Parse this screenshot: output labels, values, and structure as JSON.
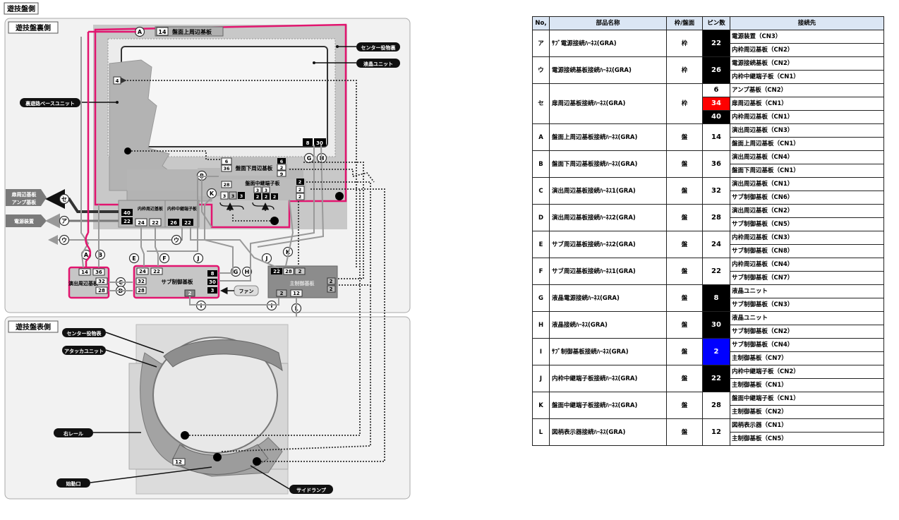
{
  "page_title": "遊技盤側",
  "rear_panel": {
    "title": "遊技盤裏側",
    "center_decor": "センター役物裏",
    "lcd_unit": "液晶ユニット",
    "base_unit": "裏遊路ベースユニット",
    "top_board": "盤面上周辺基板",
    "top_board_pin": "14",
    "lower_board": "盤面下周辺基板",
    "relay_board": "盤面中継端子板",
    "inner_frame_board": "内枠周辺基板",
    "inner_relay": "内枠中継端子板",
    "door_board": "扉周辺基板",
    "amp_board": "アンプ基板",
    "power_unit": "電源装置",
    "effect_board": "演出周辺基板",
    "sub_board": "サブ制御基板",
    "main_board": "主制御基板",
    "fan": "ファン",
    "pins": {
      "p4": "4",
      "p8": "8",
      "p30": "30",
      "p6": "6",
      "p36": "36",
      "p2": "2",
      "p9": "9",
      "p28": "28",
      "p3": "3",
      "p40": "40",
      "p22": "22",
      "p24": "24",
      "p26": "26",
      "p14": "14",
      "p32": "32",
      "p12": "12"
    }
  },
  "front_panel": {
    "title": "遊技盤表側",
    "center_decor": "センター役物表",
    "attacker": "アタッカユニット",
    "right_rail": "右レール",
    "start_port": "始動口",
    "side_lamp": "サイドランプ",
    "pin12": "12"
  },
  "letters": {
    "A": "A",
    "B": "B",
    "C": "C",
    "D": "D",
    "E": "E",
    "F": "F",
    "G": "G",
    "H": "H",
    "I": "I",
    "J": "J",
    "K": "K",
    "L": "L",
    "a": "ア",
    "u": "ウ",
    "se": "セ"
  },
  "table": {
    "headers": [
      "No,",
      "部品名称",
      "枠/盤面",
      "ピン数",
      "接続先"
    ],
    "rows": [
      {
        "no": "ア",
        "name": "ｻﾌﾞ電源接続ﾊｰﾈｽ(GRA)",
        "frame": "枠",
        "pins": [
          {
            "v": "22",
            "style": "dark"
          }
        ],
        "dest": [
          "電源装置（CN3）",
          "内枠周辺基板（CN2）"
        ]
      },
      {
        "no": "ウ",
        "name": "電源接続基板接続ﾊｰﾈｽ(GRA)",
        "frame": "枠",
        "pins": [
          {
            "v": "26",
            "style": "dark"
          }
        ],
        "dest": [
          "電源接続基板（CN2）",
          "内枠中継端子板（CN1）"
        ]
      },
      {
        "no": "セ",
        "name": "扉周辺基板接続ﾊｰﾈｽ(GRA)",
        "frame": "枠",
        "pins": [
          {
            "v": "6",
            "style": ""
          },
          {
            "v": "34",
            "style": "red"
          },
          {
            "v": "40",
            "style": "dark"
          }
        ],
        "dest": [
          "アンプ基板（CN2）",
          "扉周辺基板（CN1）",
          "内枠周辺基板（CN1）"
        ]
      },
      {
        "no": "A",
        "name": "盤面上周辺基板接続ﾊｰﾈｽ(GRA)",
        "frame": "盤",
        "pins": [
          {
            "v": "14",
            "style": ""
          }
        ],
        "dest": [
          "演出周辺基板（CN3）",
          "盤面上周辺基板（CN1）"
        ]
      },
      {
        "no": "B",
        "name": "盤面下周辺基板接続ﾊｰﾈｽ(GRA)",
        "frame": "盤",
        "pins": [
          {
            "v": "36",
            "style": ""
          }
        ],
        "dest": [
          "演出周辺基板（CN4）",
          "盤面下周辺基板（CN1）"
        ]
      },
      {
        "no": "C",
        "name": "演出周辺基板接続ﾊｰﾈｽ1(GRA)",
        "frame": "盤",
        "pins": [
          {
            "v": "32",
            "style": ""
          }
        ],
        "dest": [
          "演出周辺基板（CN1）",
          "サブ制御基板（CN6）"
        ]
      },
      {
        "no": "D",
        "name": "演出周辺基板接続ﾊｰﾈｽ2(GRA)",
        "frame": "盤",
        "pins": [
          {
            "v": "28",
            "style": ""
          }
        ],
        "dest": [
          "演出周辺基板（CN2）",
          "サブ制御基板（CN5）"
        ]
      },
      {
        "no": "E",
        "name": "サブ周辺基板接続ﾊｰﾈｽ2(GRA)",
        "frame": "盤",
        "pins": [
          {
            "v": "24",
            "style": ""
          }
        ],
        "dest": [
          "内枠周辺基板（CN3）",
          "サブ制御基板（CN8）"
        ]
      },
      {
        "no": "F",
        "name": "サブ周辺基板接続ﾊｰﾈｽ1(GRA)",
        "frame": "盤",
        "pins": [
          {
            "v": "22",
            "style": ""
          }
        ],
        "dest": [
          "内枠周辺基板（CN4）",
          "サブ制御基板（CN7）"
        ]
      },
      {
        "no": "G",
        "name": "液晶電源接続ﾊｰﾈｽ(GRA)",
        "frame": "盤",
        "pins": [
          {
            "v": "8",
            "style": "dark"
          }
        ],
        "dest": [
          "液晶ユニット",
          "サブ制御基板（CN3）"
        ]
      },
      {
        "no": "H",
        "name": "液晶接続ﾊｰﾈｽ(GRA)",
        "frame": "盤",
        "pins": [
          {
            "v": "30",
            "style": "dark"
          }
        ],
        "dest": [
          "液晶ユニット",
          "サブ制御基板（CN2）"
        ]
      },
      {
        "no": "I",
        "name": "ｻﾌﾞ制御基板接続ﾊｰﾈｽ(GRA)",
        "frame": "盤",
        "pins": [
          {
            "v": "2",
            "style": "blue"
          }
        ],
        "dest": [
          "サブ制御基板（CN4）",
          "主制御基板（CN7）"
        ]
      },
      {
        "no": "J",
        "name": "内枠中継端子板接続ﾊｰﾈｽ(GRA)",
        "frame": "盤",
        "pins": [
          {
            "v": "22",
            "style": "dark"
          }
        ],
        "dest": [
          "内枠中継端子板（CN2）",
          "主制御基板（CN1）"
        ]
      },
      {
        "no": "K",
        "name": "盤面中継端子板接続ﾊｰﾈｽ(GRA)",
        "frame": "盤",
        "pins": [
          {
            "v": "28",
            "style": ""
          }
        ],
        "dest": [
          "盤面中継端子板（CN1）",
          "主制御基板（CN2）"
        ]
      },
      {
        "no": "L",
        "name": "図柄表示器接続ﾊｰﾈｽ(GRA)",
        "frame": "盤",
        "pins": [
          {
            "v": "12",
            "style": ""
          }
        ],
        "dest": [
          "図柄表示器（CN1）",
          "主制御基板（CN5）"
        ]
      }
    ]
  }
}
